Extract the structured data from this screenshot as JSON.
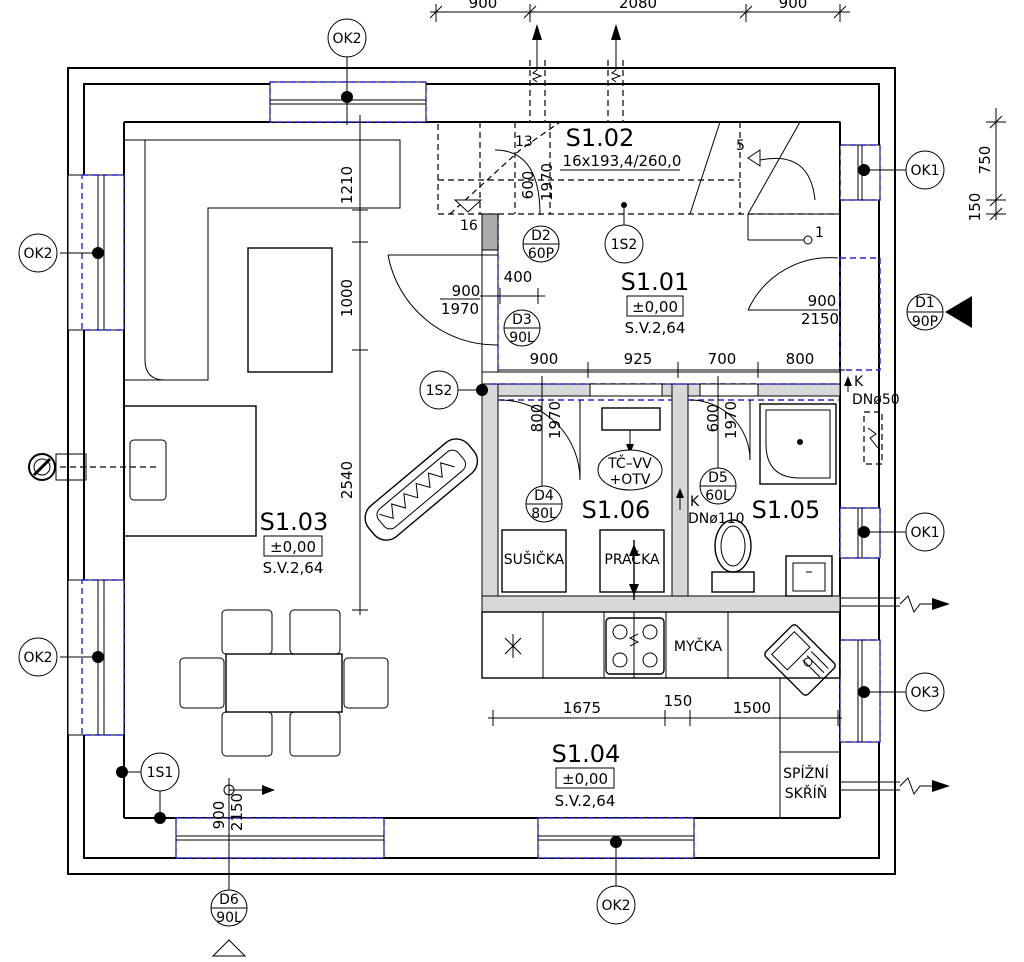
{
  "dimensions_top": [
    "900",
    "2080",
    "900"
  ],
  "dimensions_right": [
    "750",
    "150"
  ],
  "rooms": {
    "s102": {
      "name": "S1.02",
      "spec": "16x193,4/260,0"
    },
    "s101": {
      "name": "S1.01",
      "level": "±0,00",
      "floor": "S.V.2,64"
    },
    "s103": {
      "name": "S1.03",
      "level": "±0,00",
      "floor": "S.V.2,64"
    },
    "s104": {
      "name": "S1.04",
      "level": "±0,00",
      "floor": "S.V.2,64"
    },
    "s105": {
      "name": "S1.05"
    },
    "s106": {
      "name": "S1.06"
    }
  },
  "windows": {
    "ok2_top": "OK2",
    "ok2_left_upper": "OK2",
    "ok2_left_lower": "OK2",
    "ok2_bottom": "OK2",
    "ok1_upper": "OK1",
    "ok1_lower": "OK1",
    "ok3": "OK3"
  },
  "doors": {
    "d1": {
      "id": "D1",
      "type": "90P"
    },
    "d2": {
      "id": "D2",
      "type": "60P"
    },
    "d3": {
      "id": "D3",
      "type": "90L"
    },
    "d4": {
      "id": "D4",
      "type": "80L"
    },
    "d5": {
      "id": "D5",
      "type": "60L"
    },
    "d6": {
      "id": "D6",
      "type": "90L"
    }
  },
  "sockets": {
    "s1": "1S2",
    "s2": "1S2",
    "s3": "1S1"
  },
  "stair_labels": {
    "step13": "13",
    "step5": "5",
    "step16": "16",
    "step1": "1",
    "dim600": "600",
    "dim1970": "1970"
  },
  "interior_dims": {
    "d1210": "1210",
    "d1000": "1000",
    "d2540": "2540",
    "d900a": "900",
    "d1970a": "1970",
    "d400": "400",
    "d900b": "900",
    "d2150b": "2150",
    "d900c": "900",
    "d925": "925",
    "d700": "700",
    "d800": "800",
    "d800v": "800",
    "d1970v": "1970",
    "d600v": "600",
    "d1970w": "1970",
    "d1675": "1675",
    "d150": "150",
    "d1500": "1500",
    "d900d": "900",
    "d2150d": "2150"
  },
  "equipment": {
    "dryer": "SUŠIČKA",
    "washer": "PRAČKA",
    "heater_line1": "TČ–VV",
    "heater_line2": "+OTV",
    "dishwasher": "MYČKA",
    "pantry_line1": "SPÍŽNÍ",
    "pantry_line2": "SKŘÍŇ",
    "drain_k1": "K",
    "drain_dn50": "DNø50",
    "drain_k2": "K",
    "drain_dn110": "DNø110"
  }
}
